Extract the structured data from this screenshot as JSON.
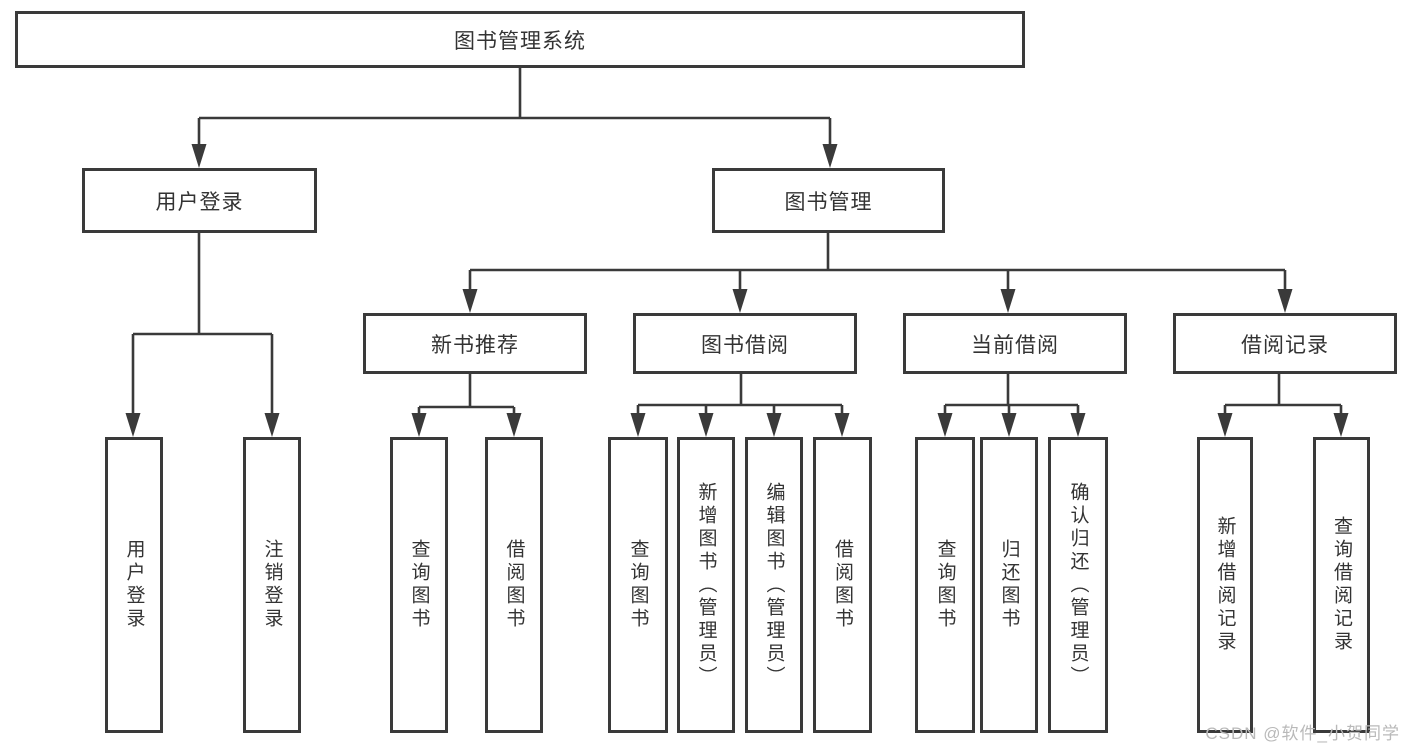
{
  "title": "图书管理系统",
  "tree": {
    "root": {
      "label": "图书管理系统",
      "children": [
        {
          "label": "用户登录",
          "children": [
            {
              "label": "用户登录"
            },
            {
              "label": "注销登录"
            }
          ]
        },
        {
          "label": "图书管理",
          "children": [
            {
              "label": "新书推荐",
              "children": [
                {
                  "label": "查询图书"
                },
                {
                  "label": "借阅图书"
                }
              ]
            },
            {
              "label": "图书借阅",
              "children": [
                {
                  "label": "查询图书"
                },
                {
                  "label": "新增图书（管理员）"
                },
                {
                  "label": "编辑图书（管理员）"
                },
                {
                  "label": "借阅图书"
                }
              ]
            },
            {
              "label": "当前借阅",
              "children": [
                {
                  "label": "查询图书"
                },
                {
                  "label": "归还图书"
                },
                {
                  "label": "确认归还（管理员）"
                }
              ]
            },
            {
              "label": "借阅记录",
              "children": [
                {
                  "label": "新增借阅记录"
                },
                {
                  "label": "查询借阅记录"
                }
              ]
            }
          ]
        }
      ]
    }
  },
  "watermark": "CSDN @软件_小贺同学",
  "colors": {
    "line": "#3a3a3a",
    "text": "#333333",
    "watermark": "#b9b9b9",
    "background": "#ffffff"
  }
}
